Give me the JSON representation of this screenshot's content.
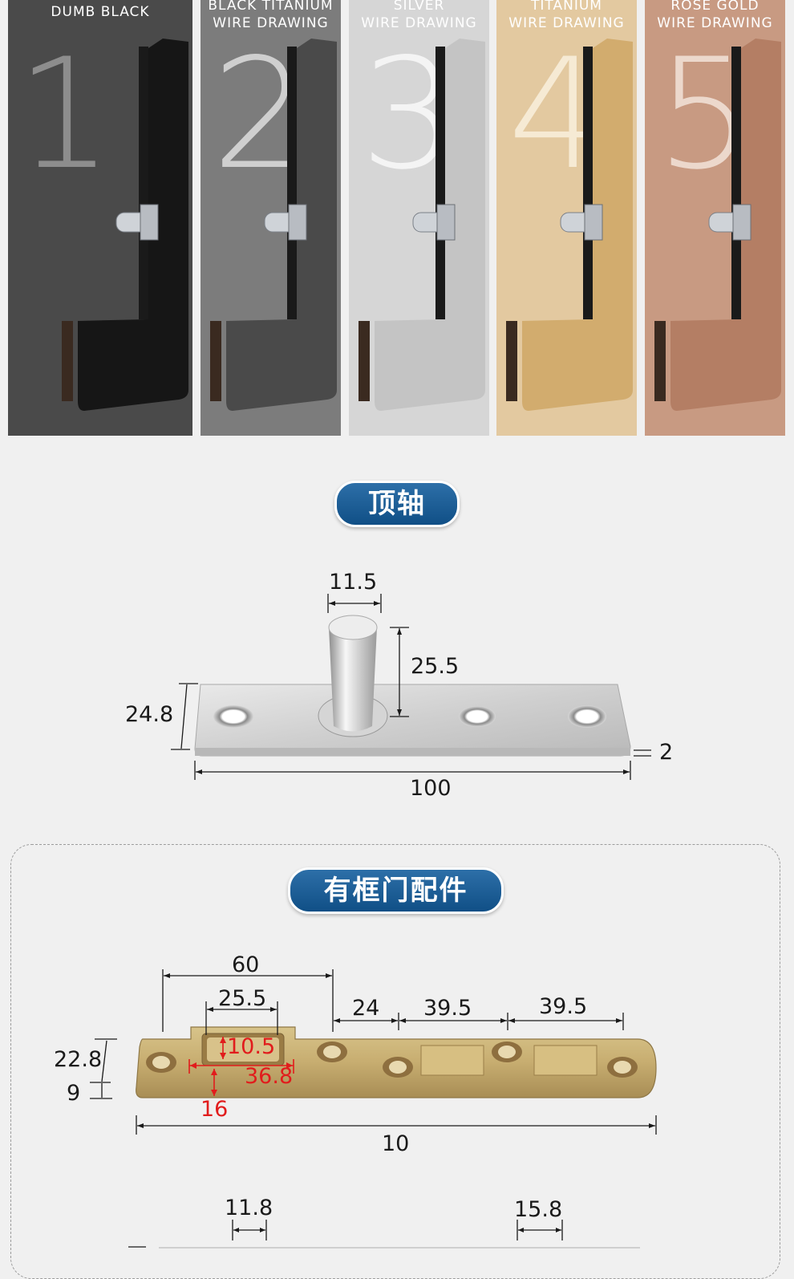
{
  "finishes": [
    {
      "number": "1",
      "label_line1": "DUMB BLACK",
      "label_line2": "",
      "bg": "#4a4a4a",
      "plate": "#161616",
      "num_color": "#8d8d8d",
      "text_color": "#ffffff"
    },
    {
      "number": "2",
      "label_line1": "BLACK TITANIUM",
      "label_line2": "WIRE DRAWING",
      "bg": "#7c7c7c",
      "plate": "#4a4a4a",
      "num_color": "#cfcfcf",
      "text_color": "#ffffff"
    },
    {
      "number": "3",
      "label_line1": "SILVER",
      "label_line2": "WIRE DRAWING",
      "bg": "#d6d6d6",
      "plate": "#c4c4c4",
      "num_color": "#f4f4f4",
      "text_color": "#ffffff"
    },
    {
      "number": "4",
      "label_line1": "TITANIUM",
      "label_line2": "WIRE DRAWING",
      "bg": "#e3c9a0",
      "plate": "#d2ac6e",
      "num_color": "#f6ead4",
      "text_color": "#ffffff"
    },
    {
      "number": "5",
      "label_line1": "ROSE GOLD",
      "label_line2": "WIRE DRAWING",
      "bg": "#c89a82",
      "plate": "#b47e64",
      "num_color": "#ecd8cc",
      "text_color": "#ffffff"
    }
  ],
  "section_top_pivot": {
    "title": "顶轴",
    "dims": {
      "pin_width": "11.5",
      "pin_height": "25.5",
      "plate_width": "24.8",
      "plate_thickness": "2",
      "plate_length": "100"
    }
  },
  "section_frame_door": {
    "title": "有框门配件",
    "dims": {
      "d60": "60",
      "d25_5": "25.5",
      "d24": "24",
      "d39_5a": "39.5",
      "d39_5b": "39.5",
      "d22_8": "22.8",
      "d9": "9",
      "d10_5": "10.5",
      "d36_8": "36.8",
      "d16": "16",
      "length": "10",
      "d11_8": "11.8",
      "d15_8": "15.8"
    }
  }
}
